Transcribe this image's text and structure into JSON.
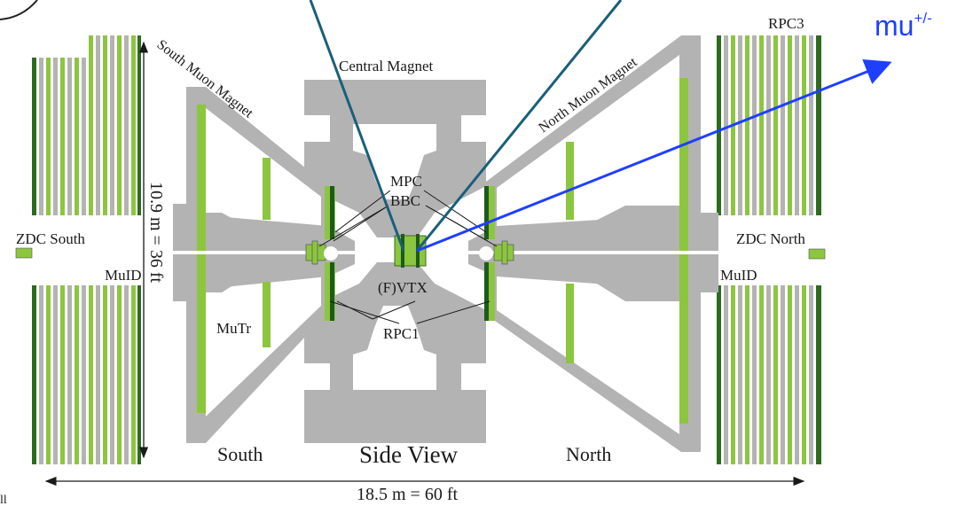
{
  "labels": {
    "central_magnet": "Central Magnet",
    "south_muon_magnet": "South Muon Magnet",
    "north_muon_magnet": "North Muon Magnet",
    "rpc3": "RPC3",
    "mpc": "MPC",
    "bbc": "BBC",
    "fvtx": "(F)VTX",
    "rpc1": "RPC1",
    "zdc_south": "ZDC South",
    "zdc_north": "ZDC North",
    "muid_south": "MuID",
    "muid_north": "MuID",
    "mutr": "MuTr",
    "height": "10.9 m =  36 ft",
    "south": "South",
    "side_view": "Side View",
    "north": "North",
    "width": "18.5 m =  60 ft",
    "mu": "mu",
    "mu_charge": "+/-",
    "corner_text": "ll"
  },
  "colors": {
    "steel": "#b3b3b3",
    "detector_green": "#8cc63f",
    "dark_green": "#1e5a1e",
    "track_teal": "#1a5f7a",
    "track_blue": "#1f3fff",
    "line": "#1a1a1a"
  }
}
